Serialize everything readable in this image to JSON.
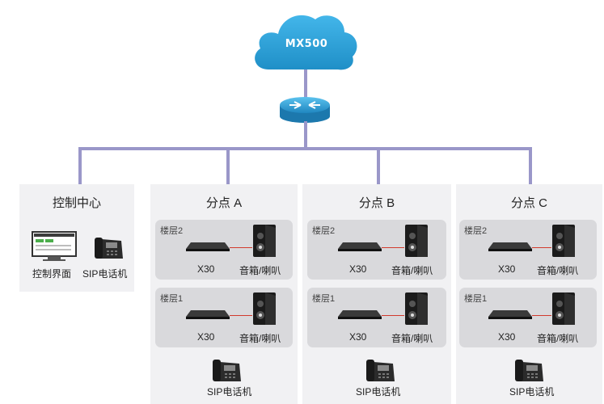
{
  "cloud": {
    "label": "MX500",
    "icon": "cloud-icon"
  },
  "router": {
    "icon": "router-icon"
  },
  "control_center": {
    "title": "控制中心",
    "items": [
      {
        "label": "控制界面",
        "icon": "monitor-icon"
      },
      {
        "label": "SIP电话机",
        "icon": "phone-icon"
      }
    ]
  },
  "sites": [
    {
      "title": "分点 A",
      "floors": [
        {
          "label": "楼层2",
          "device": "X30",
          "speaker": "音箱/喇叭"
        },
        {
          "label": "楼层1",
          "device": "X30",
          "speaker": "音箱/喇叭"
        }
      ],
      "phone": "SIP电话机"
    },
    {
      "title": "分点 B",
      "floors": [
        {
          "label": "楼层2",
          "device": "X30",
          "speaker": "音箱/喇叭"
        },
        {
          "label": "楼层1",
          "device": "X30",
          "speaker": "音箱/喇叭"
        }
      ],
      "phone": "SIP电话机"
    },
    {
      "title": "分点 C",
      "floors": [
        {
          "label": "楼层2",
          "device": "X30",
          "speaker": "音箱/喇叭"
        },
        {
          "label": "楼层1",
          "device": "X30",
          "speaker": "音箱/喇叭"
        }
      ],
      "phone": "SIP电话机"
    }
  ],
  "colors": {
    "cloud": "#2a9fd6",
    "connector": "#9a97c9",
    "panel_bg": "#f1f1f3",
    "floor_bg": "#d9d9dc",
    "link": "#d23a2d"
  }
}
